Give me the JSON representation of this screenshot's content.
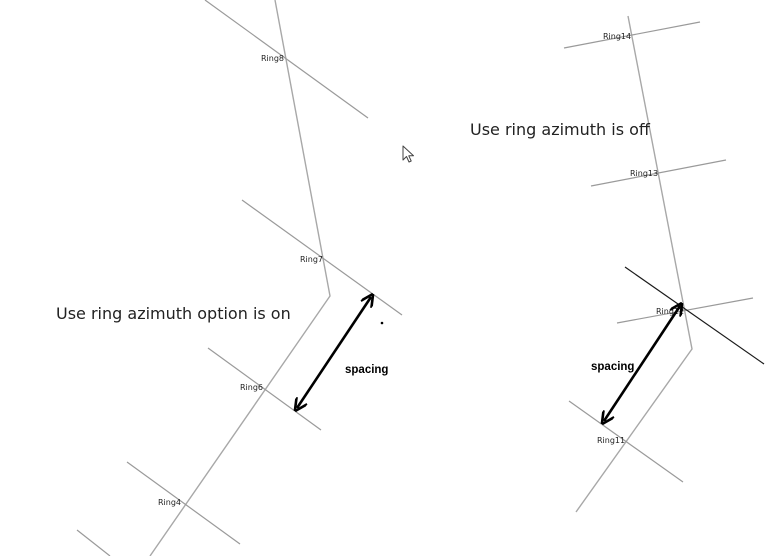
{
  "left_panel": {
    "caption": "Use ring azimuth option is on",
    "spacing_label": "spacing",
    "rings": [
      {
        "id": "ring8",
        "label": "Ring8"
      },
      {
        "id": "ring7",
        "label": "Ring7"
      },
      {
        "id": "ring6",
        "label": "Ring6"
      },
      {
        "id": "ring4",
        "label": "Ring4"
      }
    ]
  },
  "right_panel": {
    "caption": "Use ring azimuth is off",
    "spacing_label": "spacing",
    "rings": [
      {
        "id": "ring14",
        "label": "Ring14"
      },
      {
        "id": "ring13",
        "label": "Ring13"
      },
      {
        "id": "ring12",
        "label": "Ring12"
      },
      {
        "id": "ring11",
        "label": "Ring11"
      }
    ]
  },
  "cursor": {
    "icon": "mouse-pointer-icon"
  },
  "colors": {
    "path": "#a8a8a8",
    "ring": "#9a9a9a",
    "arrow": "#000000",
    "highlight_ring": "#1a1a1a"
  }
}
